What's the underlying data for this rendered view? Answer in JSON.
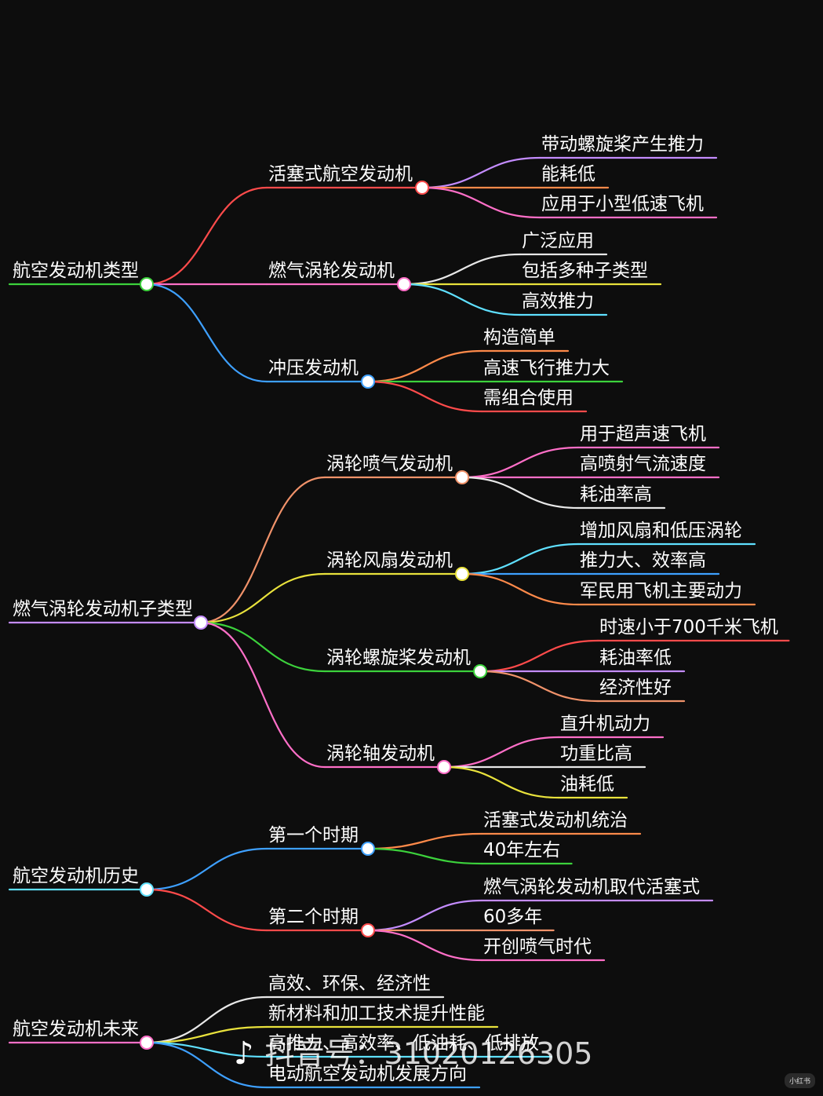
{
  "tree": [
    {
      "label": "航空发动机类型",
      "color": "#3cd23c",
      "children": [
        {
          "label": "活塞式航空发动机",
          "color": "#ff4b4b",
          "children": [
            {
              "label": "带动螺旋桨产生推力",
              "color": "#c48cff"
            },
            {
              "label": "能耗低",
              "color": "#ff8a4a"
            },
            {
              "label": "应用于小型低速飞机",
              "color": "#ff6fc8"
            }
          ]
        },
        {
          "label": "燃气涡轮发动机",
          "color": "#ff6fc8",
          "children": [
            {
              "label": "广泛应用",
              "color": "#e8e8e8"
            },
            {
              "label": "包括多种子类型",
              "color": "#e9e23c"
            },
            {
              "label": "高效推力",
              "color": "#5fe0ff"
            }
          ]
        },
        {
          "label": "冲压发动机",
          "color": "#3ea0ff",
          "children": [
            {
              "label": "构造简单",
              "color": "#ff8a4a"
            },
            {
              "label": "高速飞行推力大",
              "color": "#3cd23c"
            },
            {
              "label": "需组合使用",
              "color": "#ff4b4b"
            }
          ]
        }
      ]
    },
    {
      "label": "燃气涡轮发动机子类型",
      "color": "#c48cff",
      "children": [
        {
          "label": "涡轮喷气发动机",
          "color": "#f0926a",
          "children": [
            {
              "label": "用于超声速飞机",
              "color": "#ff6fc8"
            },
            {
              "label": "高喷射气流速度",
              "color": "#ff6fc8"
            },
            {
              "label": "耗油率高",
              "color": "#e8e8e8"
            }
          ]
        },
        {
          "label": "涡轮风扇发动机",
          "color": "#e9e23c",
          "children": [
            {
              "label": "增加风扇和低压涡轮",
              "color": "#5fe0ff"
            },
            {
              "label": "推力大、效率高",
              "color": "#3ea0ff"
            },
            {
              "label": "军民用飞机主要动力",
              "color": "#ff8a4a"
            }
          ]
        },
        {
          "label": "涡轮螺旋桨发动机",
          "color": "#3cd23c",
          "children": [
            {
              "label": "时速小于700千米飞机",
              "color": "#ff4b4b"
            },
            {
              "label": "耗油率低",
              "color": "#c48cff"
            },
            {
              "label": "经济性好",
              "color": "#f0926a"
            }
          ]
        },
        {
          "label": "涡轮轴发动机",
          "color": "#ff6fc8",
          "children": [
            {
              "label": "直升机动力",
              "color": "#ff6fc8"
            },
            {
              "label": "功重比高",
              "color": "#e8e8e8"
            },
            {
              "label": "油耗低",
              "color": "#e9e23c"
            }
          ]
        }
      ]
    },
    {
      "label": "航空发动机历史",
      "color": "#5fe0ff",
      "children": [
        {
          "label": "第一个时期",
          "color": "#3ea0ff",
          "children": [
            {
              "label": "活塞式发动机统治",
              "color": "#ff8a4a"
            },
            {
              "label": "40年左右",
              "color": "#3cd23c"
            }
          ]
        },
        {
          "label": "第二个时期",
          "color": "#ff4b4b",
          "children": [
            {
              "label": "燃气涡轮发动机取代活塞式",
              "color": "#c48cff"
            },
            {
              "label": "60多年",
              "color": "#f0926a"
            },
            {
              "label": "开创喷气时代",
              "color": "#ff6fc8"
            }
          ]
        }
      ]
    },
    {
      "label": "航空发动机未来",
      "color": "#ff6fc8",
      "children": [
        {
          "label": "高效、环保、经济性",
          "color": "#e8e8e8"
        },
        {
          "label": "新材料和加工技术提升性能",
          "color": "#e9e23c"
        },
        {
          "label": "高推力、高效率、低油耗、低排放",
          "color": "#5fe0ff"
        },
        {
          "label": "电动航空发动机发展方向",
          "color": "#3ea0ff"
        }
      ]
    }
  ],
  "watermark": {
    "logo": "♪",
    "text": "抖音号：31020126305"
  },
  "badge": "小红书"
}
